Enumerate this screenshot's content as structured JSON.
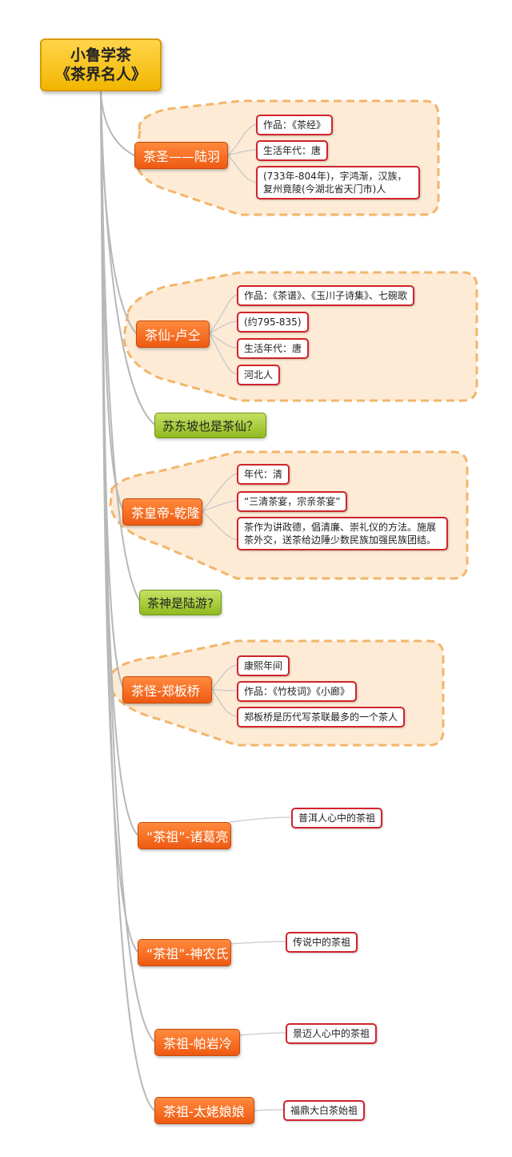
{
  "root": {
    "line1": "小鲁学茶",
    "line2": "《茶界名人》"
  },
  "groups": [
    {
      "label": "茶圣——陆羽",
      "leaves": [
        "作品：《茶经》",
        "生活年代：唐",
        "(733年-804年)，字鸿渐，汉族，复州竟陵(今湖北省天门市)人"
      ]
    },
    {
      "label": "茶仙-卢仝",
      "leaves": [
        "作品：《茶谱》、《玉川子诗集》、七碗歌",
        "(约795-835)",
        "生活年代：唐",
        "河北人"
      ]
    },
    {
      "label": "茶皇帝-乾隆",
      "leaves": [
        "年代：清",
        "“三清茶宴，宗亲茶宴”",
        "茶作为讲政德，倡清廉、崇礼仪的方法。施展茶外交，送茶给边陲少数民族加强民族团结。"
      ]
    },
    {
      "label": "茶怪-郑板桥",
      "leaves": [
        "康熙年间",
        "作品：《竹枝词》《小廊》",
        "郑板桥是历代写茶联最多的一个茶人"
      ]
    },
    {
      "label": "“茶祖”-诸葛亮",
      "leaves": [
        "普洱人心中的茶祖"
      ]
    },
    {
      "label": "“茶祖”-神农氏",
      "leaves": [
        "传说中的茶祖"
      ]
    },
    {
      "label": "茶祖-帕岩冷",
      "leaves": [
        "景迈人心中的茶祖"
      ]
    },
    {
      "label": "茶祖-太姥娘娘",
      "leaves": [
        "福鼎大白茶始祖"
      ]
    }
  ],
  "questions": [
    "苏东坡也是茶仙？",
    "茶神是陆游?"
  ],
  "colors": {
    "root": "#f2b600",
    "node": "#ee5a12",
    "question": "#8fbb1f",
    "leaf_border": "#d0242c",
    "callout_fill": "#fdebd6",
    "callout_border": "#f2b56b",
    "connector": "#b8b8b8"
  }
}
